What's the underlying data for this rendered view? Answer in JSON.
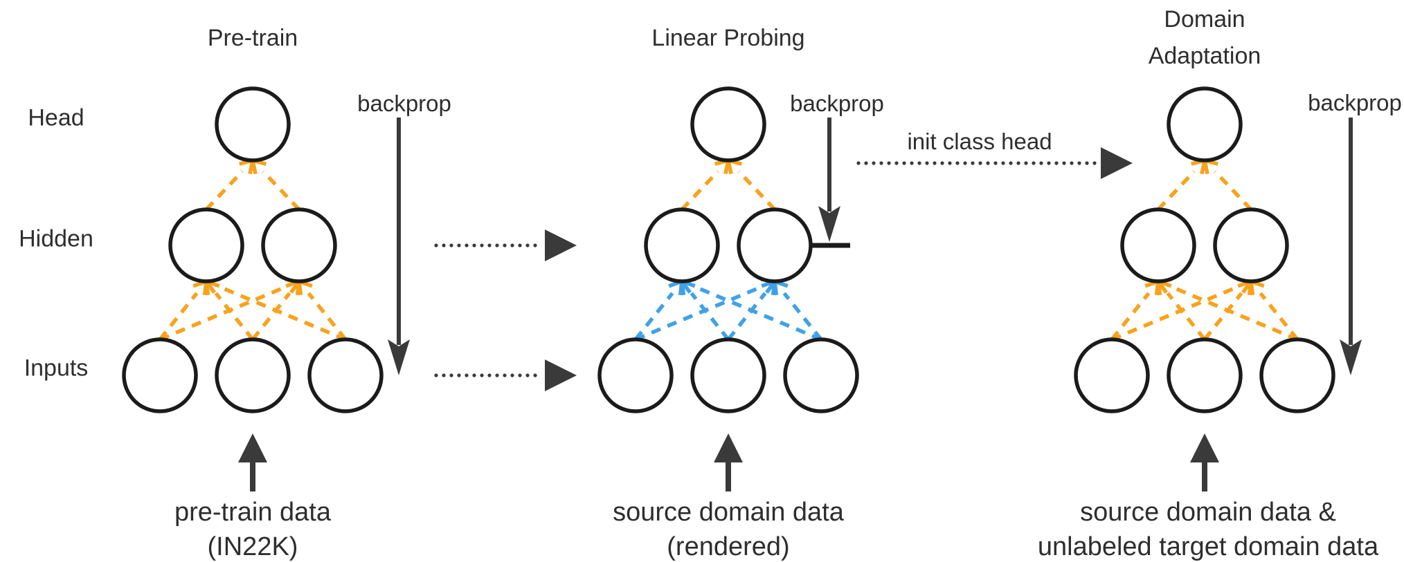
{
  "colors": {
    "orange": "#F9A21B",
    "blue": "#3FA2E8",
    "dark": "#3A3A3A",
    "circle_stroke": "#1B1B1B",
    "text": "#2E2E2E"
  },
  "row_labels": [
    {
      "label": "Head"
    },
    {
      "label": "Hidden"
    },
    {
      "label": "Inputs"
    }
  ],
  "panels": [
    {
      "title_lines": [
        "Pre-train"
      ],
      "backprop_label": "backprop",
      "caption_lines": [
        "pre-train data",
        "(IN22K)"
      ],
      "upper_connections": "orange",
      "lower_connections": "orange",
      "backprop_to": "inputs"
    },
    {
      "title_lines": [
        "Linear Probing"
      ],
      "backprop_label": "backprop",
      "caption_lines": [
        "source domain data",
        "(rendered)"
      ],
      "upper_connections": "orange",
      "lower_connections": "blue",
      "backprop_to": "hidden"
    },
    {
      "title_lines": [
        "Domain",
        "Adaptation"
      ],
      "backprop_label": "backprop",
      "caption_lines": [
        "source domain data &",
        "unlabeled target domain data"
      ],
      "upper_connections": "orange",
      "lower_connections": "orange",
      "backprop_to": "inputs"
    }
  ],
  "transfer_arrows": {
    "init_label": "init class head"
  }
}
